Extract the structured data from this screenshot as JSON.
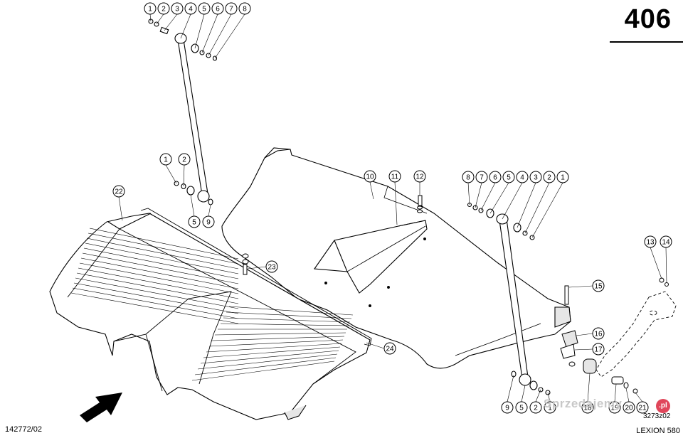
{
  "page": {
    "number": "406",
    "drawing_code": "142772/02",
    "drawing_code_right": "3273z02",
    "machine_model": "LEXION 580"
  },
  "watermark": {
    "text": "Sprzedajemy",
    "badge": ".pl"
  },
  "callouts": {
    "top_row": [
      "1",
      "2",
      "3",
      "4",
      "5",
      "6",
      "7",
      "8"
    ],
    "left_mid": [
      "1",
      "2"
    ],
    "left_low": [
      "5",
      "9"
    ],
    "board_left": "22",
    "center_top": [
      "10",
      "11",
      "12"
    ],
    "right_row": [
      "8",
      "7",
      "6",
      "5",
      "4",
      "3",
      "2",
      "1"
    ],
    "bracket": [
      "13",
      "14"
    ],
    "right_side": [
      "15",
      "16",
      "17"
    ],
    "board_bolt": "23",
    "board_rail": "24",
    "bottom_right": [
      "9",
      "5",
      "2",
      "1",
      "18",
      "19",
      "20",
      "21"
    ]
  },
  "colors": {
    "line": "#000000",
    "paper": "#ffffff",
    "shade": "#e6e6e6"
  },
  "icons": {
    "direction_arrow": "direction-arrow-icon"
  }
}
